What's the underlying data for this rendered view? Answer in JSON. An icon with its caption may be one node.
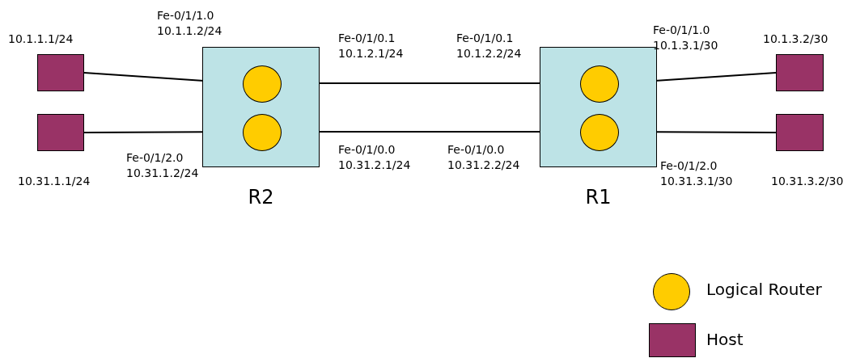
{
  "diagram": {
    "nodes": [
      {
        "text": [],
        "shape": "box",
        "beside": [
          "10.1.1.1/24"
        ]
      },
      {
        "text": [],
        "shape": "box",
        "beside": [
          "10.31.1.1/24"
        ]
      },
      {
        "text": [
          "R2"
        ]
      },
      {
        "text": [],
        "shape": "circle",
        "in": 2
      },
      {
        "text": [],
        "shape": "circle",
        "in": 2
      },
      {
        "text": [
          "R1"
        ]
      },
      {
        "text": [],
        "shape": "circle",
        "in": 5
      },
      {
        "text": [],
        "shape": "circle",
        "in": 5
      },
      {
        "text": [],
        "shape": "box",
        "beside": [
          "10.1.3.2/30"
        ]
      },
      {
        "text": [],
        "shape": "box",
        "beside": [
          "10.31.3.2/30"
        ]
      }
    ],
    "edges": [
      {
        "from": 0,
        "to": 3,
        "arrow": "none"
      },
      {
        "from": 1,
        "to": 4,
        "arrow": "none"
      },
      {
        "from": 3,
        "to": 6,
        "arrow": "none"
      },
      {
        "from": 4,
        "to": 7,
        "arrow": "none"
      },
      {
        "from": 6,
        "to": 8,
        "arrow": "none"
      },
      {
        "from": 7,
        "to": 9,
        "arrow": "none"
      }
    ],
    "labels": [
      "Fe-0/1/1.0 10.1.1.2/24",
      "Fe-0/1/0.1 10.1.2.1/24",
      "Fe-0/1/0.1 10.1.2.2/24",
      "Fe-0/1/1.0 10.1.3.1/30",
      "Fe-0/1/2.0 10.31.1.2/24",
      "Fe-0/1/0.0 10.31.2.1/24",
      "Fe-0/1/0.0 10.31.2.2/24",
      "Fe-0/1/2.0 10.31.3.1/30"
    ],
    "legend": [
      {
        "text": "Logical Router",
        "color": "#ffcc00"
      },
      {
        "text": "Host",
        "color": "#993366"
      }
    ]
  }
}
